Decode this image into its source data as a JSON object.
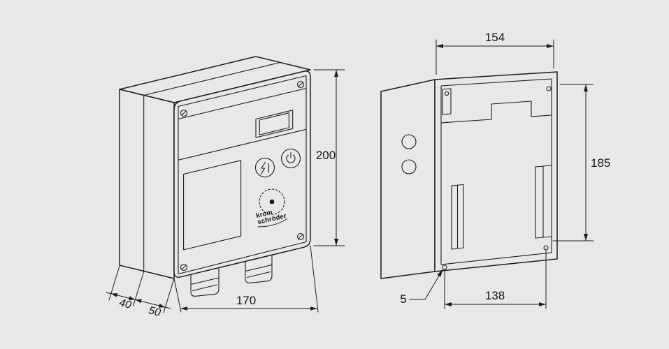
{
  "canvas": {
    "background": "#e8e8e8",
    "line_color": "#1d1d1d"
  },
  "front_view": {
    "brand": {
      "line1": "krom",
      "line2": "schröder"
    },
    "dims": {
      "height": "200",
      "width": "170",
      "depth_rear": "40",
      "depth_front": "50"
    },
    "icons": {
      "reset_button": "reset-icon",
      "power_button": "power-icon",
      "viewing_window": "viewing-window-icon",
      "corner_screw": "screw-icon"
    }
  },
  "rear_view": {
    "dims": {
      "width": "154",
      "height": "185",
      "hole_spacing": "138",
      "edge_offset": "5"
    }
  }
}
